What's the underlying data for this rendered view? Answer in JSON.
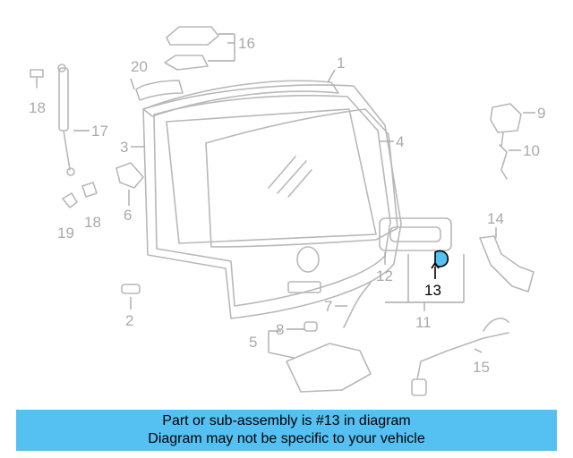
{
  "diagram": {
    "callouts": {
      "c1": "1",
      "c2": "2",
      "c3": "3",
      "c4": "4",
      "c5": "5",
      "c6": "6",
      "c7": "7",
      "c8": "8",
      "c9": "9",
      "c10": "10",
      "c11": "11",
      "c12": "12",
      "c13": "13",
      "c14": "14",
      "c15": "15",
      "c16": "16",
      "c17": "17",
      "c18a": "18",
      "c18b": "18",
      "c19": "19",
      "c20": "20"
    },
    "highlighted_part": "13",
    "highlight_color": "#55c0f2"
  },
  "banner": {
    "line1": "Part or sub-assembly is #13 in diagram",
    "line2": "Diagram may not be specific to your vehicle",
    "background": "#55c0f2"
  }
}
